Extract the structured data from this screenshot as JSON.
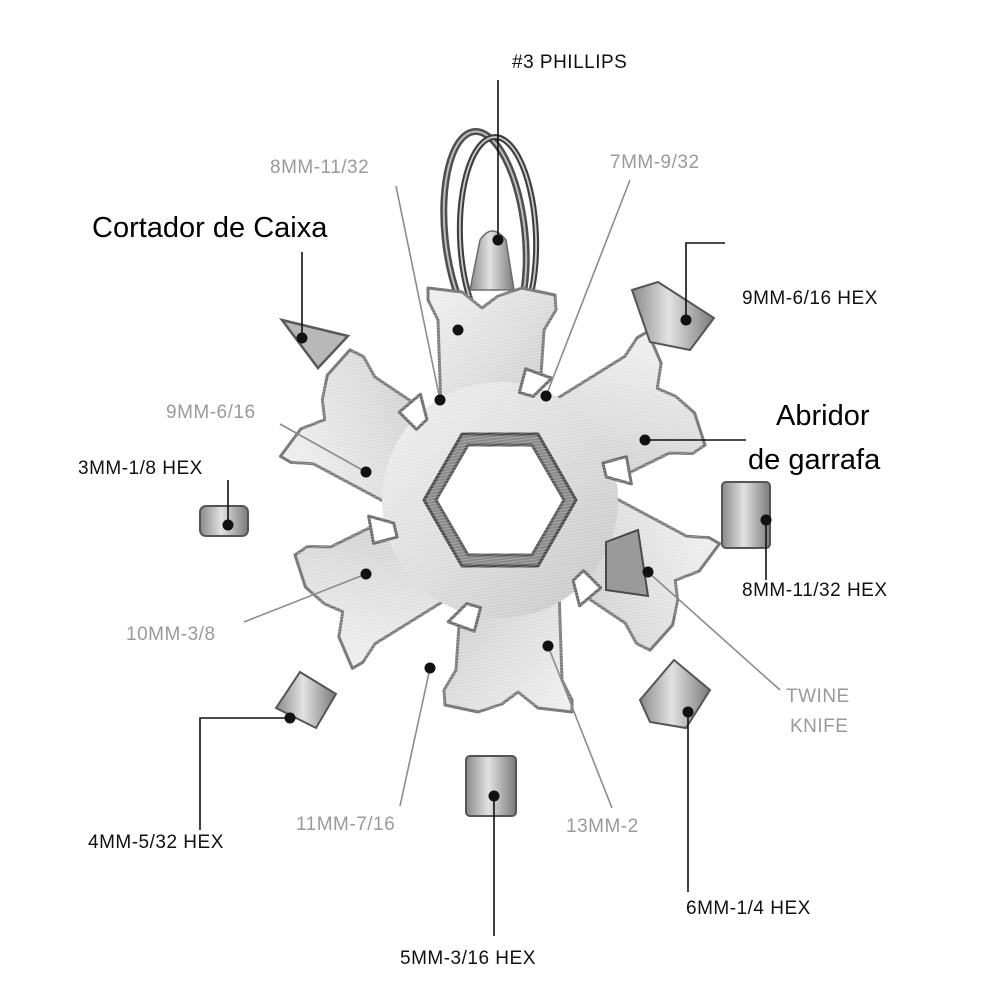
{
  "colors": {
    "background": "#ffffff",
    "label_dark": "#111111",
    "label_grey": "#9a9a9a",
    "steel_light": "#e6e6e6",
    "steel_mid": "#c6c6c6",
    "steel_dark": "#5a5a5a"
  },
  "image": {
    "subject": "snowflake-multitool-with-keyring"
  },
  "labels": {
    "phillips": "#3 PHILLIPS",
    "mm8_11_32": "8MM-11/32",
    "mm7_9_32": "7MM-9/32",
    "box_cutter": "Cortador de Caixa",
    "hex9": "9MM-6/16 HEX",
    "bottle_opener_line1": "Abridor",
    "bottle_opener_line2": "de garrafa",
    "mm9_6_16": "9MM-6/16",
    "hex3": "3MM-1/8 HEX",
    "hex8": "8MM-11/32 HEX",
    "mm10_3_8": "10MM-3/8",
    "twine_knife_line1": "TWINE",
    "twine_knife_line2": "KNIFE",
    "hex4": "4MM-5/32 HEX",
    "mm11_7_16": "11MM-7/16",
    "mm13_2": "13MM-2",
    "hex6": "6MM-1/4 HEX",
    "hex5": "5MM-3/16 HEX"
  }
}
